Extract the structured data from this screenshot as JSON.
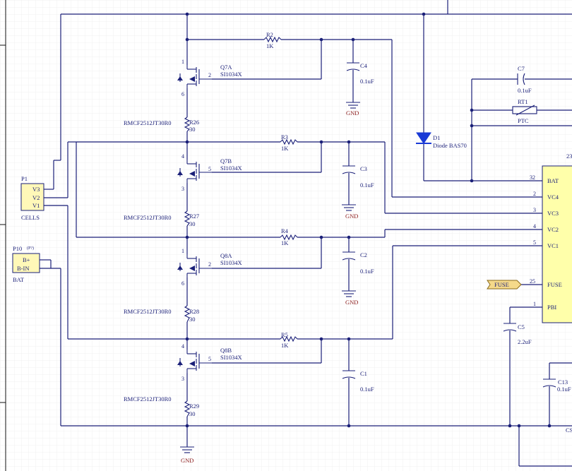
{
  "transistors": [
    {
      "ref": "Q7A",
      "part": "SI1034X",
      "p_top": "1",
      "p_gate": "2",
      "p_bot": "6"
    },
    {
      "ref": "Q7B",
      "part": "SI1034X",
      "p_top": "4",
      "p_gate": "5",
      "p_bot": "3"
    },
    {
      "ref": "Q8A",
      "part": "SI1034X",
      "p_top": "1",
      "p_gate": "2",
      "p_bot": "6"
    },
    {
      "ref": "Q8B",
      "part": "SI1034X",
      "p_top": "4",
      "p_gate": "5",
      "p_bot": "3"
    }
  ],
  "sense_resistors": [
    {
      "ref": "R26",
      "value": "30",
      "part": "RMCF2512JT30R0"
    },
    {
      "ref": "R27",
      "value": "30",
      "part": "RMCF2512JT30R0"
    },
    {
      "ref": "R28",
      "value": "30",
      "part": "RMCF2512JT30R0"
    },
    {
      "ref": "R29",
      "value": "30",
      "part": "RMCF2512JT30R0"
    }
  ],
  "gate_resistors": [
    {
      "ref": "R2",
      "value": "1K"
    },
    {
      "ref": "R3",
      "value": "1K"
    },
    {
      "ref": "R4",
      "value": "1K"
    },
    {
      "ref": "R5",
      "value": "1K"
    }
  ],
  "caps": [
    {
      "ref": "C4",
      "value": "0.1uF"
    },
    {
      "ref": "C3",
      "value": "0.1uF"
    },
    {
      "ref": "C2",
      "value": "0.1uF"
    },
    {
      "ref": "C1",
      "value": "0.1uF"
    }
  ],
  "gnd_label": "GND",
  "p1": {
    "ref": "P1",
    "name": "CELLS",
    "pins": [
      "V3",
      "V2",
      "V1"
    ]
  },
  "p10": {
    "ref": "P10",
    "name": "BAT",
    "pins": [
      "B+",
      "B-IN"
    ],
    "tag": "(P?)"
  },
  "d1": {
    "ref": "D1",
    "part": "Diode BAS70"
  },
  "c7": {
    "ref": "C7",
    "value": "0.1uF"
  },
  "rt1": {
    "ref": "RT1",
    "value": "PTC"
  },
  "c5": {
    "ref": "C5",
    "value": "2.2uF"
  },
  "c13": {
    "ref": "C13",
    "value": "0.1uF"
  },
  "cs_label": "CS",
  "ic": {
    "ref_partial": "23",
    "pins": [
      {
        "num": "32",
        "name": "BAT"
      },
      {
        "num": "2",
        "name": "VC4"
      },
      {
        "num": "3",
        "name": "VC3"
      },
      {
        "num": "4",
        "name": "VC2"
      },
      {
        "num": "5",
        "name": "VC1"
      },
      {
        "num": "25",
        "name": "FUSE"
      },
      {
        "num": "1",
        "name": "PBI"
      }
    ]
  },
  "fuse_port": "FUSE",
  "colors": {
    "wire": "#1a1f78",
    "component_fill": "#fff8b8",
    "body_fill": "#ffffaa",
    "gnd_text": "#8a1a1a",
    "diode": "#1a3ad6",
    "port_fill": "#f5d98a"
  }
}
